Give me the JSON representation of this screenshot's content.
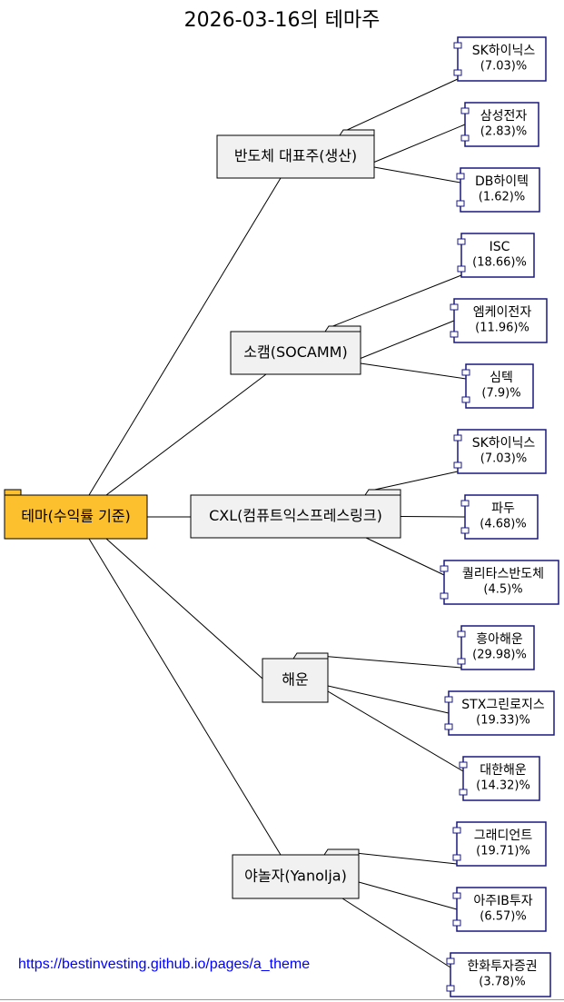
{
  "title": "2026-03-16의 테마주",
  "root": {
    "label": "테마(수익률 기준)"
  },
  "themes": [
    {
      "name": "반도체 대표주(생산)",
      "stocks": [
        {
          "name": "SK하이닉스",
          "pct": "(7.03)%"
        },
        {
          "name": "삼성전자",
          "pct": "(2.83)%"
        },
        {
          "name": "DB하이텍",
          "pct": "(1.62)%"
        }
      ]
    },
    {
      "name": "소캠(SOCAMM)",
      "stocks": [
        {
          "name": "ISC",
          "pct": "(18.66)%"
        },
        {
          "name": "엠케이전자",
          "pct": "(11.96)%"
        },
        {
          "name": "심텍",
          "pct": "(7.9)%"
        }
      ]
    },
    {
      "name": "CXL(컴퓨트익스프레스링크)",
      "stocks": [
        {
          "name": "SK하이닉스",
          "pct": "(7.03)%"
        },
        {
          "name": "파두",
          "pct": "(4.68)%"
        },
        {
          "name": "퀄리타스반도체",
          "pct": "(4.5)%"
        }
      ]
    },
    {
      "name": "해운",
      "stocks": [
        {
          "name": "흥아해운",
          "pct": "(29.98)%"
        },
        {
          "name": "STX그린로지스",
          "pct": "(19.33)%"
        },
        {
          "name": "대한해운",
          "pct": "(14.32)%"
        }
      ]
    },
    {
      "name": "야놀자(Yanolja)",
      "stocks": [
        {
          "name": "그래디언트",
          "pct": "(19.71)%"
        },
        {
          "name": "아주IB투자",
          "pct": "(6.57)%"
        },
        {
          "name": "한화투자증권",
          "pct": "(3.78)%"
        }
      ]
    }
  ],
  "footer": {
    "link": "https://bestinvesting.github.io/pages/a_theme"
  },
  "colors": {
    "root_fill": "#fcbf2d",
    "theme_fill": "#f1f1f1",
    "stock_border": "#181880",
    "link": "#0000ff"
  }
}
